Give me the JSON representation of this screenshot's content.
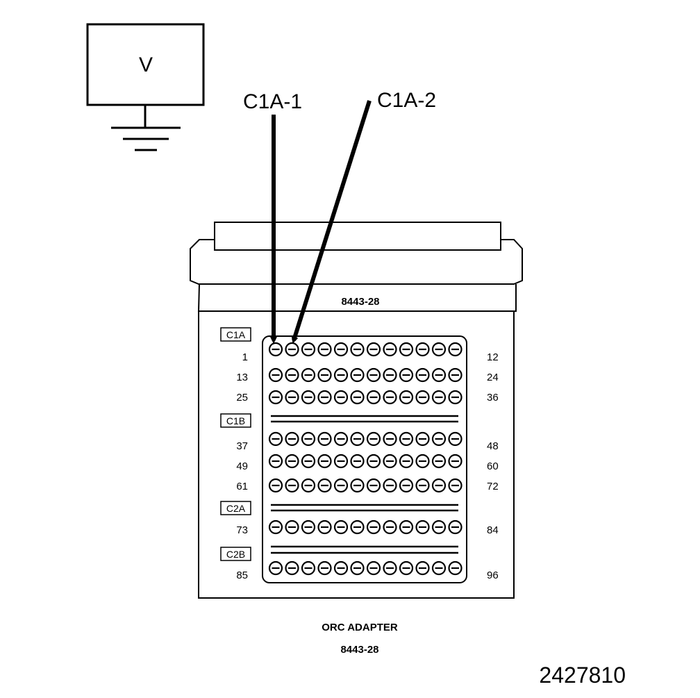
{
  "meter": {
    "symbol": "V"
  },
  "callouts": [
    {
      "label": "C1A-1"
    },
    {
      "label": "C1A-2"
    }
  ],
  "adapter": {
    "part_number": "8443-28",
    "groups": [
      {
        "label": "C1A",
        "rows": [
          {
            "start": "1",
            "end": "12"
          },
          {
            "start": "13",
            "end": "24"
          },
          {
            "start": "25",
            "end": "36"
          }
        ]
      },
      {
        "label": "C1B",
        "rows": [
          {
            "start": "37",
            "end": "48"
          },
          {
            "start": "49",
            "end": "60"
          },
          {
            "start": "61",
            "end": "72"
          }
        ]
      },
      {
        "label": "C2A",
        "rows": [
          {
            "start": "73",
            "end": "84"
          }
        ]
      },
      {
        "label": "C2B",
        "rows": [
          {
            "start": "85",
            "end": "96"
          }
        ]
      }
    ],
    "pins_per_row": 12
  },
  "caption": {
    "title": "ORC ADAPTER",
    "part_number": "8443-28"
  },
  "figure_id": "2427810"
}
